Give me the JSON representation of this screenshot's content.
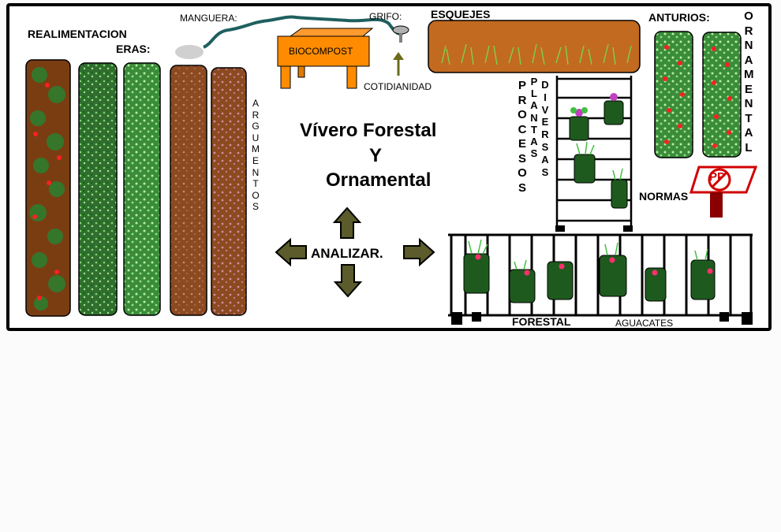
{
  "labels": {
    "realimentacion": "REALIMENTACION",
    "eras": "ERAS:",
    "manguera": "MANGUERA:",
    "grifo": "GRIFO:",
    "biocompost": "BIOCOMPOST",
    "cotidianidad": "COTIDIANIDAD",
    "esquejes": "ESQUEJES",
    "anturios": "ANTURIOS:",
    "ornamental_vertical": "ORNAMENTAL",
    "argumentos": "ARGUMENTOS",
    "procesos": "PROCESOS",
    "plantas": "PLANTAS",
    "diversas": "DIVERSAS",
    "normas": "NORMAS",
    "sign_text": "PP",
    "forestal": "FORESTAL",
    "aguacates": "AGUACATES",
    "analizar": "ANALIZAR."
  },
  "title": {
    "line1": "Vívero Forestal",
    "line2": "Y",
    "line3": "Ornamental"
  },
  "colors": {
    "soil": "#8b4513",
    "green_bed": "#2e8b2e",
    "compost": "#ff8c00",
    "hose": "#1f5f5f",
    "arrow": "#5b5b2b",
    "sign": "#d00000"
  }
}
